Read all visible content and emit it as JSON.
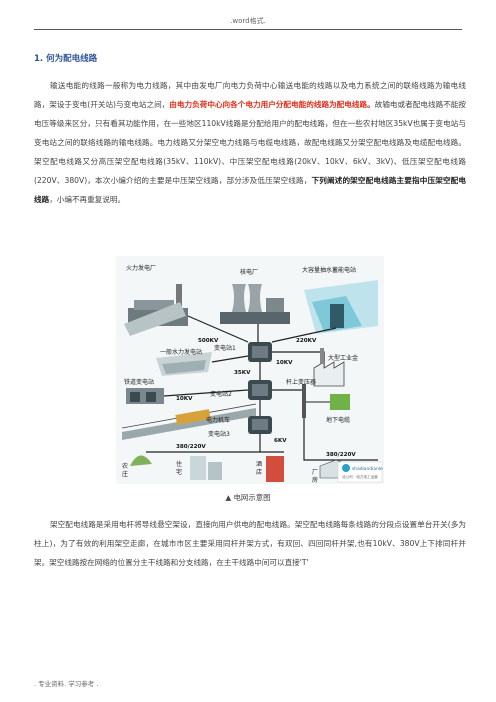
{
  "header": {
    "text": ".word格式."
  },
  "section": {
    "heading": "1. 何为配电线路"
  },
  "para1": {
    "a": "输送电能的线路一般称为电力线路，其中由发电厂向电力负荷中心输送电能的线路以及电力系统之间的联络线路为输电线路，架设于变电(开关站)与变电站之间，",
    "b": "由电力负荷中心向各个电力用户分配电能的线路为配电线路。",
    "c": "故输电或者配电线路不能按电压等级来区分，只有看其功能作用，在一些地区110kV线路是分配给用户的配电线路，但在一些农村地区35kV也属于变电站与变电站之间的联络线路的输电线路。电力线路又分架空电力线路与电缆电线路，故配电线路又分架空配电线路及电缆配电线路。架空配电线路又分高压架空配电线路(35kV、110kV)、中压架空配电线路(20kV、10kV、6kV、3kV)、低压架空配电线路(220V、380V)，本次小编介绍的主要是中压架空线路，部分涉及低压架空线路，",
    "d": "下列阐述的架空配电线路主要指中压架空配电线路",
    "e": "，小编不再重复说明。"
  },
  "diagram": {
    "labels": {
      "thermal_plant": "火力发电厂",
      "nuclear_plant": "核电厂",
      "pumped_storage": "大容量抽水蓄能电站",
      "v500kv": "500KV",
      "v220kv": "220KV",
      "hydro_plant": "一般水力发电站",
      "substation1": "变电站1",
      "v35kv": "35KV",
      "v10kv_a": "10KV",
      "industry": "大型工业金",
      "rail_substation": "铁道变电站",
      "v10kv_b": "10KV",
      "substation2": "变电站2",
      "pole_transformer": "杆上变压器",
      "locomotive": "电力机车",
      "underground_cable": "地下电缆",
      "substation3": "变电站3",
      "v6kv": "6KV",
      "v380_220_a": "380/220V",
      "v380_220_b": "380/220V",
      "farm": "农",
      "village": "庄",
      "residence": "住",
      "residence2": "宅",
      "hotel": "酒",
      "hotel2": "店",
      "factory": "厂",
      "factory2": "房",
      "logo": "shadiandianle",
      "logo_sub": "北公司 · 电力电工运营"
    }
  },
  "caption": {
    "text": "▲ 电网示意图"
  },
  "para2": {
    "text": "架空配电线路是采用电杆将导线悬空架设，直接向用户供电的配电线路。架空配电线路每条线路的分段点设置单台开关(多为柱上)，为了有效的利用架空走廊，在城市市区主要采用同杆并架方式，有双回、四回同杆并架,也有10kV、380V上下排同杆并架。架空线路按在网络的位置分主干线路和分支线路，在主干线路中间可以直接'T'"
  },
  "footer": {
    "text": ". 专业资料. 学习参考 ."
  }
}
